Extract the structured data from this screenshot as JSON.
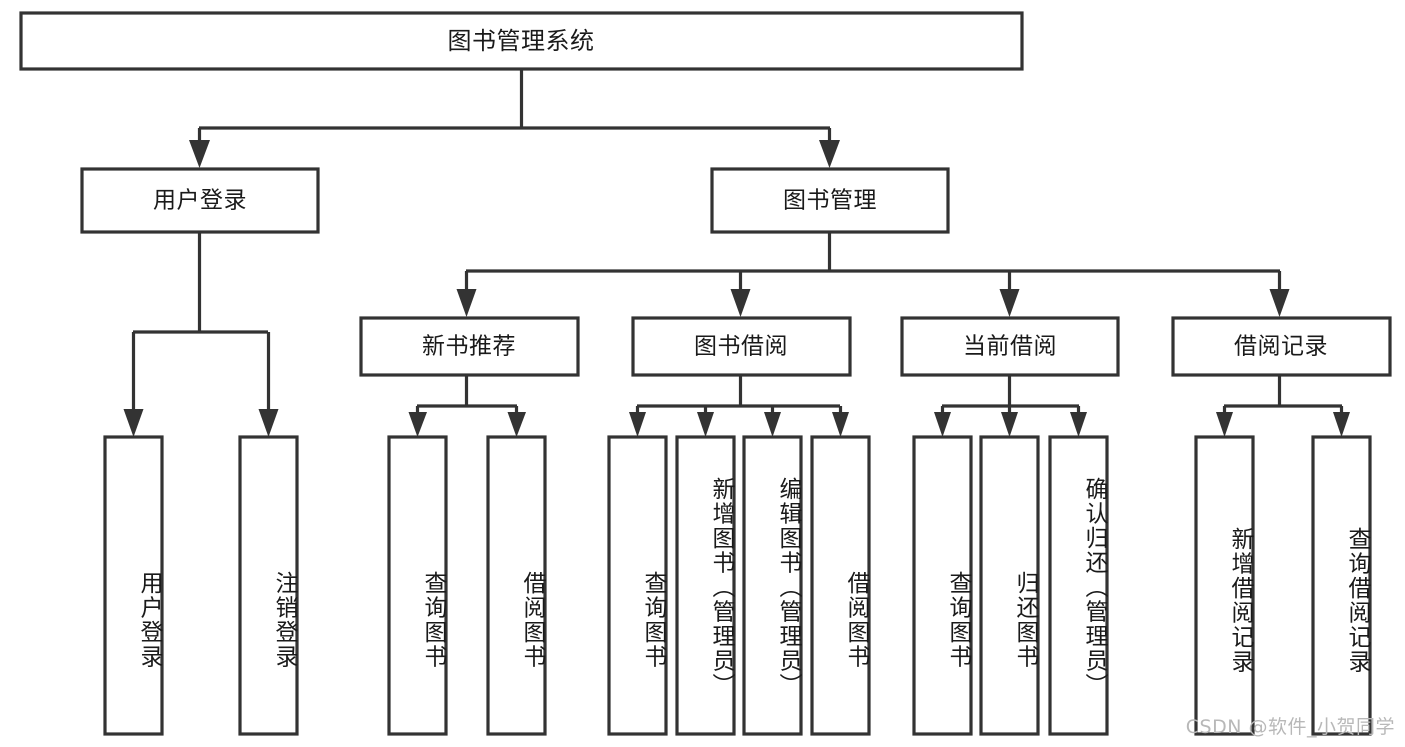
{
  "diagram": {
    "type": "hierarchy-tree",
    "title": "图书管理系统",
    "watermark": "CSDN @软件_小贺同学",
    "colors": {
      "stroke": "#333333",
      "fill": "#ffffff",
      "text": "#1a1a1a",
      "watermark": "#b8b8b8",
      "background": "#ffffff"
    },
    "levels": {
      "root": "图书管理系统",
      "level2": [
        "用户登录",
        "图书管理"
      ],
      "level3": [
        "新书推荐",
        "图书借阅",
        "当前借阅",
        "借阅记录"
      ]
    },
    "nodes": {
      "root": {
        "label": "图书管理系统",
        "orientation": "horizontal"
      },
      "user_login": {
        "label": "用户登录",
        "orientation": "horizontal"
      },
      "book_manage": {
        "label": "图书管理",
        "orientation": "horizontal"
      },
      "new_book_rec": {
        "label": "新书推荐",
        "orientation": "horizontal"
      },
      "book_borrow": {
        "label": "图书借阅",
        "orientation": "horizontal"
      },
      "current_borrow": {
        "label": "当前借阅",
        "orientation": "horizontal"
      },
      "borrow_record": {
        "label": "借阅记录",
        "orientation": "horizontal"
      },
      "leaf_user_login": {
        "label": "用户登录",
        "orientation": "vertical"
      },
      "leaf_logout": {
        "label": "注销登录",
        "orientation": "vertical"
      },
      "leaf_query_book_1": {
        "label": "查询图书",
        "orientation": "vertical"
      },
      "leaf_borrow_book_1": {
        "label": "借阅图书",
        "orientation": "vertical"
      },
      "leaf_query_book_2": {
        "label": "查询图书",
        "orientation": "vertical"
      },
      "leaf_add_book": {
        "label": "新增图书（管理员）",
        "orientation": "vertical"
      },
      "leaf_edit_book": {
        "label": "编辑图书（管理员）",
        "orientation": "vertical"
      },
      "leaf_borrow_book_2": {
        "label": "借阅图书",
        "orientation": "vertical"
      },
      "leaf_query_book_3": {
        "label": "查询图书",
        "orientation": "vertical"
      },
      "leaf_return_book": {
        "label": "归还图书",
        "orientation": "vertical"
      },
      "leaf_confirm_return": {
        "label": "确认归还（管理员）",
        "orientation": "vertical"
      },
      "leaf_add_record": {
        "label": "新增借阅记录",
        "orientation": "vertical"
      },
      "leaf_query_record": {
        "label": "查询借阅记录",
        "orientation": "vertical"
      }
    },
    "edges": [
      {
        "from": "root",
        "to": "user_login"
      },
      {
        "from": "root",
        "to": "book_manage"
      },
      {
        "from": "user_login",
        "to": "leaf_user_login"
      },
      {
        "from": "user_login",
        "to": "leaf_logout"
      },
      {
        "from": "book_manage",
        "to": "new_book_rec"
      },
      {
        "from": "book_manage",
        "to": "book_borrow"
      },
      {
        "from": "book_manage",
        "to": "current_borrow"
      },
      {
        "from": "book_manage",
        "to": "borrow_record"
      },
      {
        "from": "new_book_rec",
        "to": "leaf_query_book_1"
      },
      {
        "from": "new_book_rec",
        "to": "leaf_borrow_book_1"
      },
      {
        "from": "book_borrow",
        "to": "leaf_query_book_2"
      },
      {
        "from": "book_borrow",
        "to": "leaf_add_book"
      },
      {
        "from": "book_borrow",
        "to": "leaf_edit_book"
      },
      {
        "from": "book_borrow",
        "to": "leaf_borrow_book_2"
      },
      {
        "from": "current_borrow",
        "to": "leaf_query_book_3"
      },
      {
        "from": "current_borrow",
        "to": "leaf_return_book"
      },
      {
        "from": "current_borrow",
        "to": "leaf_confirm_return"
      },
      {
        "from": "borrow_record",
        "to": "leaf_add_record"
      },
      {
        "from": "borrow_record",
        "to": "leaf_query_record"
      }
    ]
  }
}
